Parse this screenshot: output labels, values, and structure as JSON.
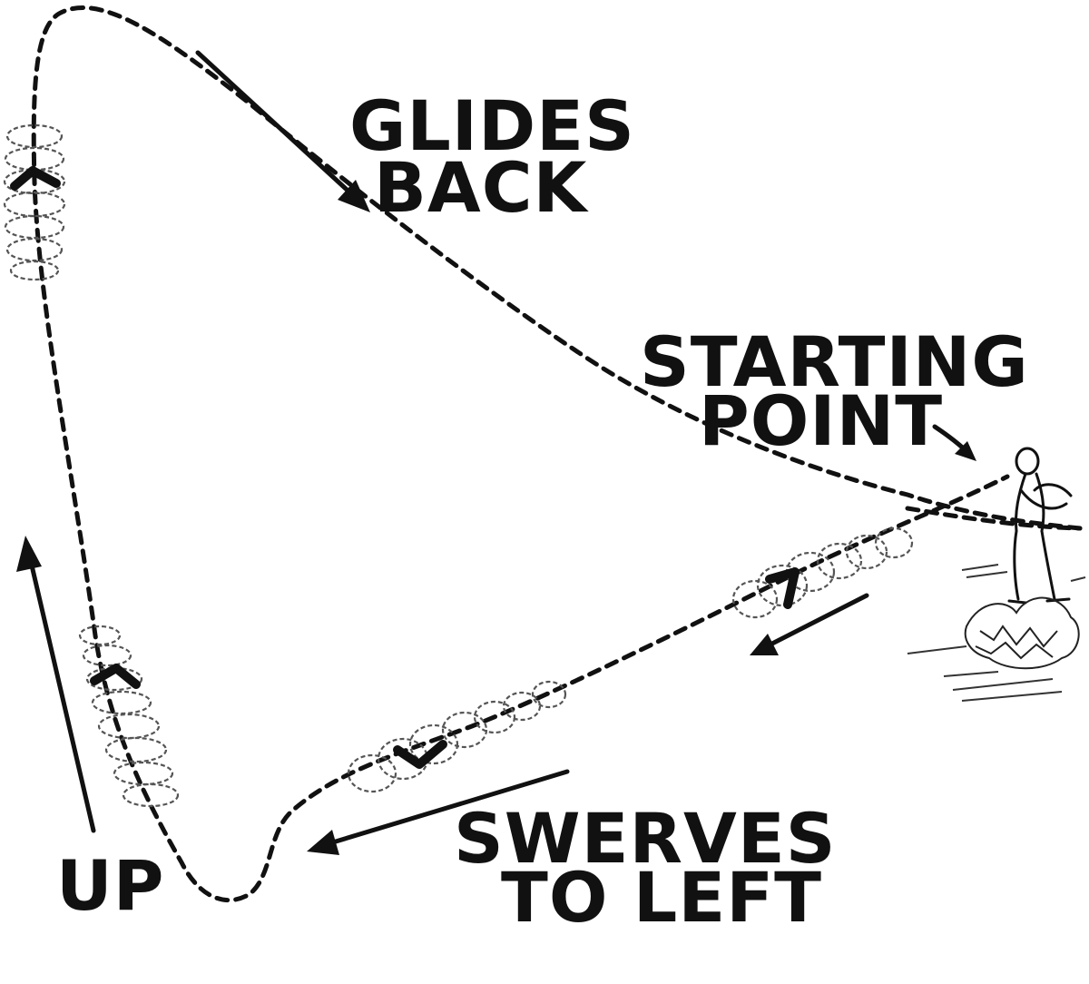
{
  "labels": {
    "glides_back_line1": "GLIDES",
    "glides_back_line2": "BACK",
    "starting_point_line1": "STARTING",
    "starting_point_line2": "POINT",
    "swerves_line1": "SWERVES",
    "swerves_line2": "TO LEFT",
    "up": "UP"
  },
  "colors": {
    "ink": "#111111",
    "background": "#ffffff"
  },
  "icons": {
    "thrower": "thrower-figure-icon",
    "boomerang": "boomerang-icon"
  }
}
